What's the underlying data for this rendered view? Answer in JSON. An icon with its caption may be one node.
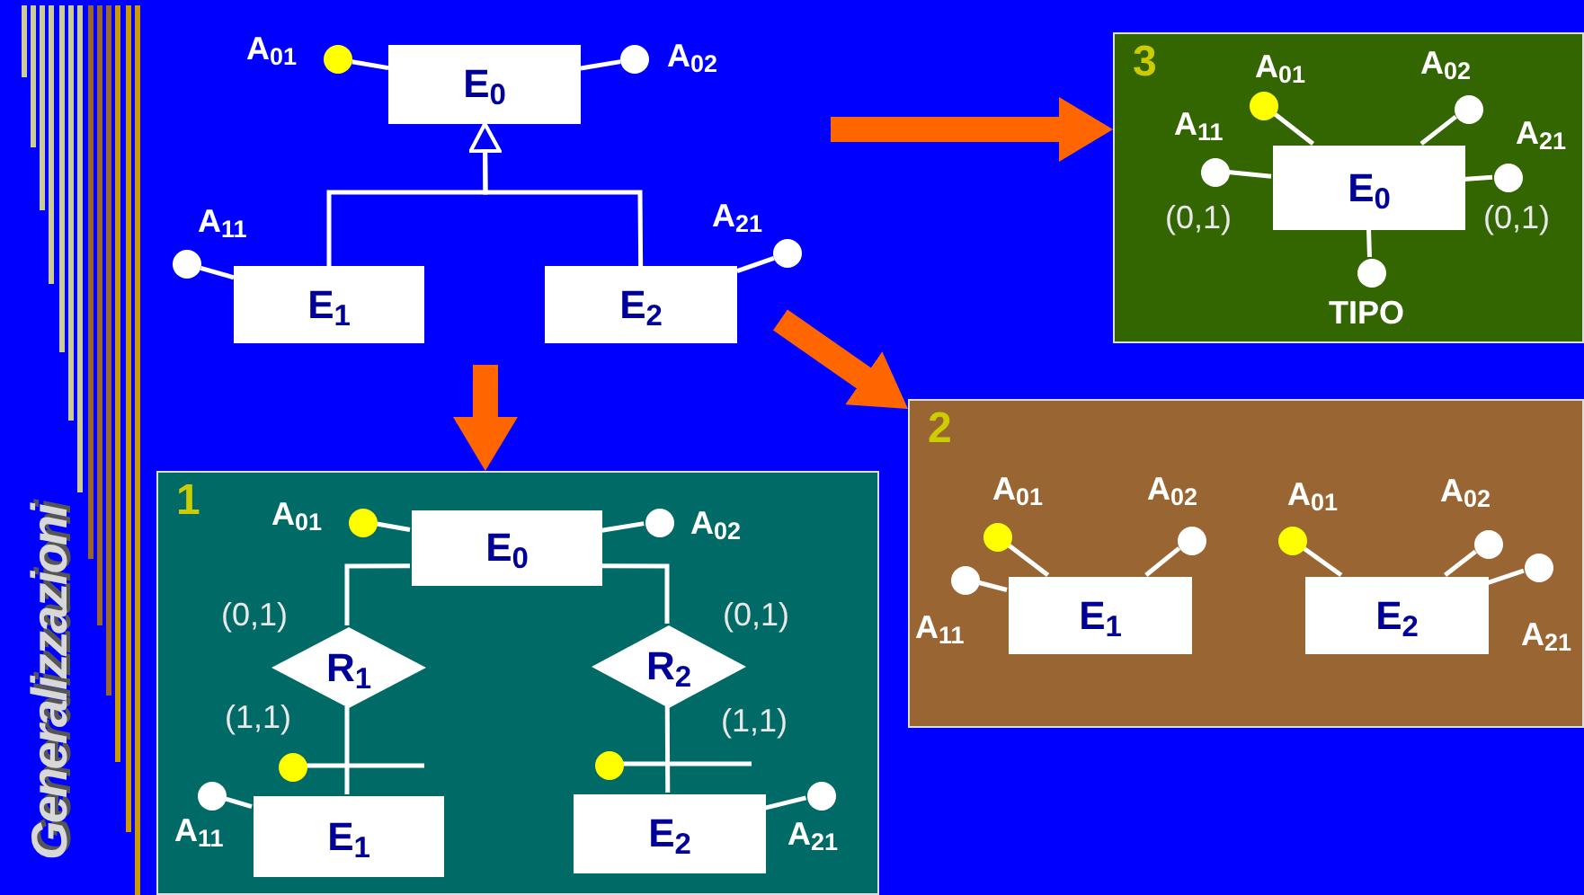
{
  "diagram": {
    "title": "Generalizzazioni",
    "nodes": [
      {
        "text": [
          "E$_{0}$"
        ]
      },
      {
        "text": [
          "E$_{1}$"
        ]
      },
      {
        "text": [
          "E$_{2}$"
        ]
      },
      {
        "text": [
          "A$_{01}$"
        ]
      },
      {
        "text": [
          "A$_{02}$"
        ]
      },
      {
        "text": [
          "A$_{11}$"
        ]
      },
      {
        "text": [
          "A$_{21}$"
        ]
      },
      {
        "text": [
          "1"
        ]
      },
      {
        "text": [
          "E$_{0}$"
        ],
        "in": 7
      },
      {
        "text": [
          "A$_{01}$"
        ],
        "in": 7
      },
      {
        "text": [
          "A$_{02}$"
        ],
        "in": 7
      },
      {
        "text": [
          "R$_{1}$"
        ],
        "in": 7
      },
      {
        "text": [
          "R$_{2}$"
        ],
        "in": 7
      },
      {
        "text": [
          "E$_{1}$"
        ],
        "in": 7
      },
      {
        "text": [
          "E$_{2}$"
        ],
        "in": 7
      },
      {
        "text": [
          "A$_{11}$"
        ],
        "in": 7
      },
      {
        "text": [
          "A$_{21}$"
        ],
        "in": 7
      },
      {
        "text": [],
        "shape": "circle",
        "in": 7
      },
      {
        "text": [],
        "shape": "circle",
        "in": 7
      },
      {
        "text": [
          "2"
        ]
      },
      {
        "text": [
          "E$_{1}$"
        ],
        "in": 19
      },
      {
        "text": [
          "E$_{2}$"
        ],
        "in": 19
      },
      {
        "text": [
          "A$_{01}$"
        ],
        "in": 19
      },
      {
        "text": [
          "A$_{02}$"
        ],
        "in": 19
      },
      {
        "text": [
          "A$_{11}$"
        ],
        "in": 19
      },
      {
        "text": [
          "A$_{01}$"
        ],
        "in": 19
      },
      {
        "text": [
          "A$_{02}$"
        ],
        "in": 19
      },
      {
        "text": [
          "A$_{21}$"
        ],
        "in": 19
      },
      {
        "text": [
          "3"
        ]
      },
      {
        "text": [
          "E$_{0}$"
        ],
        "in": 28
      },
      {
        "text": [
          "A$_{01}$"
        ],
        "in": 28
      },
      {
        "text": [
          "A$_{02}$"
        ],
        "in": 28
      },
      {
        "text": [
          "A$_{11}$"
        ],
        "in": 28,
        "beside": [
          "(0,1)"
        ]
      },
      {
        "text": [
          "A$_{21}$"
        ],
        "in": 28,
        "beside": [
          "(0,1)"
        ]
      },
      {
        "text": [
          "TIPO"
        ],
        "in": 28
      }
    ],
    "edges": [
      {
        "from": 3,
        "to": 0,
        "arrow": "none"
      },
      {
        "from": 4,
        "to": 0,
        "arrow": "none"
      },
      {
        "from": 5,
        "to": 1,
        "arrow": "none"
      },
      {
        "from": 6,
        "to": 2,
        "arrow": "none"
      },
      {
        "from": 1,
        "to": 0,
        "arrow": "to"
      },
      {
        "from": 2,
        "to": 0,
        "arrow": "to"
      },
      {
        "from": null,
        "to": 28,
        "arrow": "to",
        "style": "thick",
        "color": "#ff6600"
      },
      {
        "from": null,
        "to": 19,
        "arrow": "to",
        "style": "thick",
        "color": "#ff6600"
      },
      {
        "from": null,
        "to": 7,
        "arrow": "to",
        "style": "thick",
        "color": "#ff6600"
      },
      {
        "from": 9,
        "to": 8,
        "arrow": "none"
      },
      {
        "from": 10,
        "to": 8,
        "arrow": "none"
      },
      {
        "from": 8,
        "to": 11,
        "arrow": "none",
        "label": "(0,1)"
      },
      {
        "from": 8,
        "to": 12,
        "arrow": "none",
        "label": "(0,1)"
      },
      {
        "from": 11,
        "to": 13,
        "arrow": "none",
        "label": "(1,1)"
      },
      {
        "from": 12,
        "to": 14,
        "arrow": "none",
        "label": "(1,1)"
      },
      {
        "from": 15,
        "to": 13,
        "arrow": "none"
      },
      {
        "from": 16,
        "to": 14,
        "arrow": "none"
      },
      {
        "from": 17,
        "to": null,
        "arrow": "none"
      },
      {
        "from": 18,
        "to": null,
        "arrow": "none"
      },
      {
        "from": 22,
        "to": 20,
        "arrow": "none"
      },
      {
        "from": 23,
        "to": 20,
        "arrow": "none"
      },
      {
        "from": 24,
        "to": 20,
        "arrow": "none"
      },
      {
        "from": 25,
        "to": 21,
        "arrow": "none"
      },
      {
        "from": 26,
        "to": 21,
        "arrow": "none"
      },
      {
        "from": 27,
        "to": 21,
        "arrow": "none"
      },
      {
        "from": 30,
        "to": 29,
        "arrow": "none"
      },
      {
        "from": 31,
        "to": 29,
        "arrow": "none"
      },
      {
        "from": 32,
        "to": 29,
        "arrow": "none"
      },
      {
        "from": 33,
        "to": 29,
        "arrow": "none"
      },
      {
        "from": 34,
        "to": 29,
        "arrow": "none"
      }
    ]
  }
}
